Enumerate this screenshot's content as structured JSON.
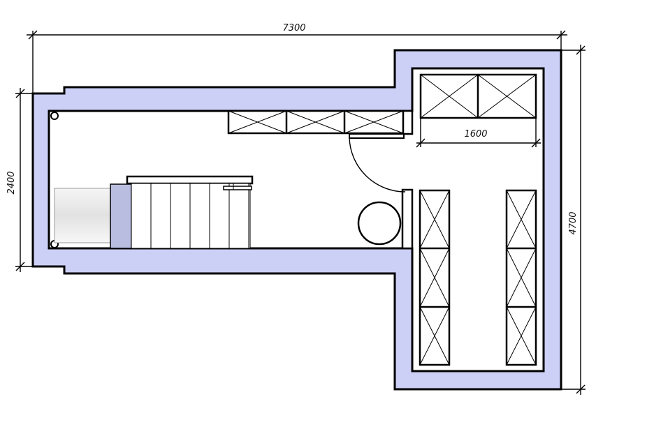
{
  "dimensions": {
    "total_width": "7300",
    "left_height": "2400",
    "right_height": "4700",
    "closet_width": "1600"
  },
  "colors": {
    "wall": "#ccd0f6",
    "outline": "#000000",
    "bathtub": "#b9bde0"
  },
  "elements": [
    "wall-outline",
    "upper-cabinets",
    "wardrobe-top",
    "wardrobe-left-column",
    "wardrobe-right-column",
    "door-swing",
    "staircase",
    "column-round",
    "bathtub"
  ]
}
